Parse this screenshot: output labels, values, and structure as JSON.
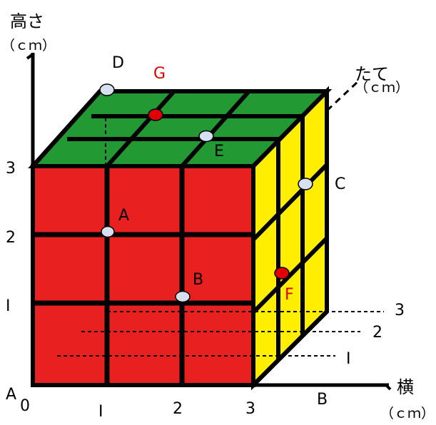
{
  "labels": {
    "height_axis": "高さ",
    "height_unit": "（ｃｍ）",
    "depth_axis": "たて",
    "depth_unit": "（ｃｍ）",
    "width_axis": "横",
    "width_unit": "（ｃｍ）",
    "origin_letter": "A",
    "origin_num": "0",
    "x_ticks": [
      "I",
      "2",
      "3"
    ],
    "y_ticks": [
      "I",
      "2",
      "3"
    ],
    "z_ticks": [
      "I",
      "2",
      "3"
    ],
    "corner_b": "B"
  },
  "points": [
    {
      "name": "A",
      "color": "#000000"
    },
    {
      "name": "B",
      "color": "#000000"
    },
    {
      "name": "C",
      "color": "#000000"
    },
    {
      "name": "D",
      "color": "#000000"
    },
    {
      "name": "E",
      "color": "#000000"
    },
    {
      "name": "F",
      "color": "#e00000"
    },
    {
      "name": "G",
      "color": "#e00000"
    }
  ],
  "colors": {
    "front": "#e82020",
    "top": "#229933",
    "side": "#ffee00",
    "grid": "#000000",
    "point_fill": "#d6e0ee",
    "point_red": "#e00000"
  }
}
